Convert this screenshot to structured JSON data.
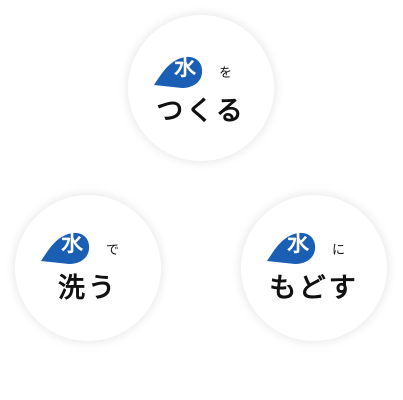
{
  "colors": {
    "drop": "#1b5fb4",
    "text": "#111111",
    "circle": "#ffffff"
  },
  "icon": "water-drop-icon",
  "steps": [
    {
      "kanji": "水",
      "particle": "を",
      "word": "つくる"
    },
    {
      "kanji": "水",
      "particle": "で",
      "word": "洗う"
    },
    {
      "kanji": "水",
      "particle": "に",
      "word": "もどす"
    }
  ]
}
